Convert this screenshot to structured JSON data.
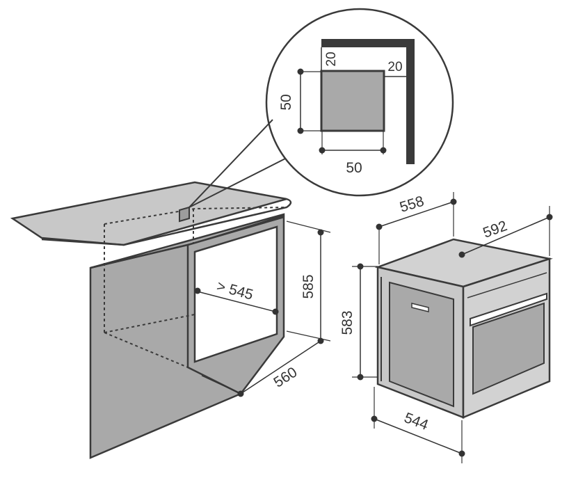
{
  "colors": {
    "line": "#3a3a3a",
    "cabinet_fill": "#a9a9a9",
    "cabinet_light": "#c8c8c8",
    "oven_fill": "#d2d2d2",
    "vent_fill": "#9d9d9d",
    "dim_line": "#333333"
  },
  "detail": {
    "vent_height": "50",
    "vent_width": "50",
    "gap_top": "20",
    "gap_side": "20"
  },
  "cabinet": {
    "height": "585",
    "depth": "560",
    "min_width": "> 545"
  },
  "oven": {
    "depth": "558",
    "width": "592",
    "height": "583",
    "front_width": "544"
  }
}
